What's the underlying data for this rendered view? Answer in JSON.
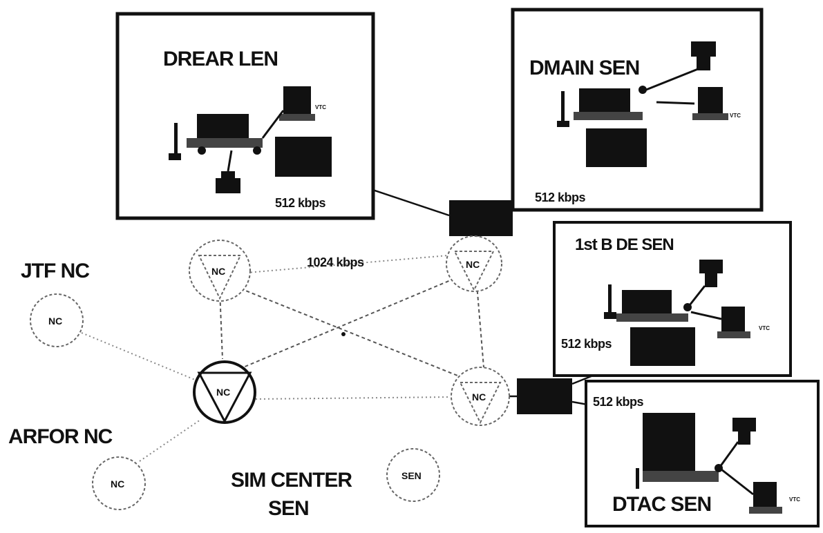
{
  "nodes": {
    "drear": {
      "title": "DREAR LEN",
      "rate": "512 kbps",
      "vtc": "VTC"
    },
    "dmain": {
      "title": "DMAIN SEN",
      "rate": "512 kbps",
      "vtc": "VTC"
    },
    "bde": {
      "title": "1st B DE SEN",
      "rate": "512 kbps",
      "vtc": "VTC"
    },
    "dtac": {
      "title": "DTAC SEN",
      "rate": "512 kbps",
      "vtc": "VTC"
    }
  },
  "backbone_rate": "1024 kbps",
  "nc_label": "NC",
  "sen_label": "SEN",
  "labels": {
    "jtf": "JTF NC",
    "arfor": "ARFOR NC",
    "sim_line1": "SIM CENTER",
    "sim_line2": "SEN"
  }
}
